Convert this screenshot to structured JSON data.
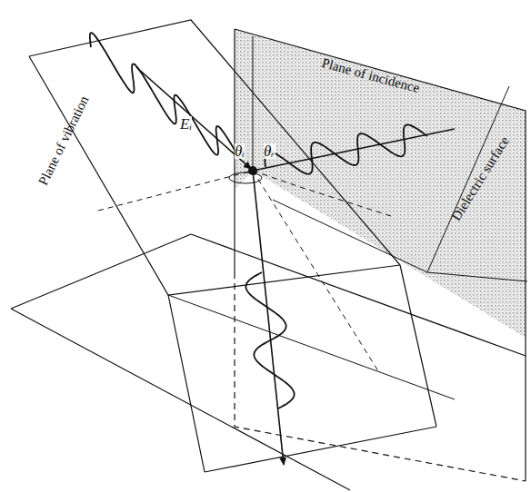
{
  "diagram": {
    "labels": [
      "Plane of incidence",
      "Plane of vibration",
      "Dielectric surface",
      "Eᵢ",
      "θᵢ",
      "θᵣ"
    ]
  }
}
